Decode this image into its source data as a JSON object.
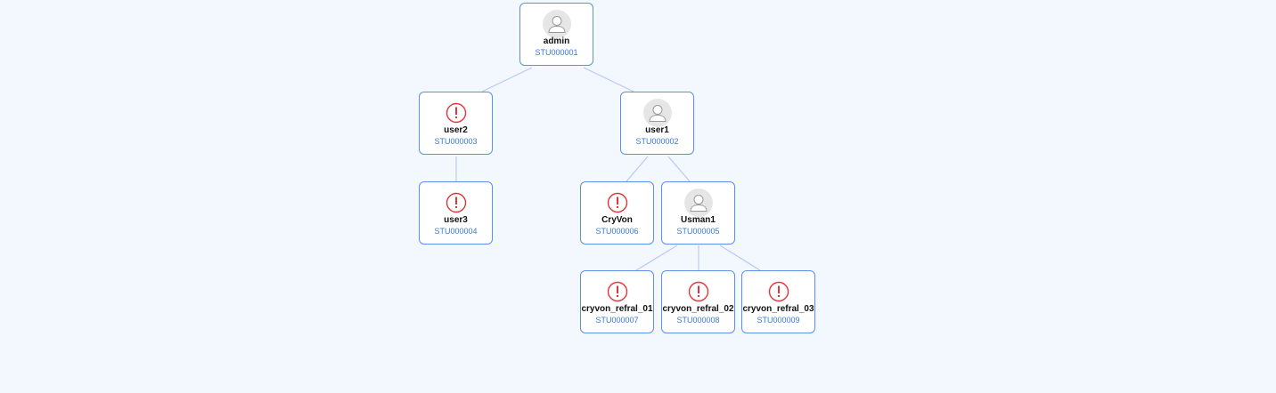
{
  "tree": {
    "nodes": [
      {
        "id": "admin",
        "name": "admin",
        "code": "STU000001",
        "status": "active",
        "icon": "user-avatar-icon"
      },
      {
        "id": "user2",
        "name": "user2",
        "code": "STU000003",
        "status": "inactive",
        "icon": "alert-icon"
      },
      {
        "id": "user1",
        "name": "user1",
        "code": "STU000002",
        "status": "active",
        "icon": "user-avatar-icon"
      },
      {
        "id": "user3",
        "name": "user3",
        "code": "STU000004",
        "status": "inactive",
        "icon": "alert-icon"
      },
      {
        "id": "cryvon",
        "name": "CryVon",
        "code": "STU000006",
        "status": "inactive",
        "icon": "alert-icon"
      },
      {
        "id": "usman1",
        "name": "Usman1",
        "code": "STU000005",
        "status": "active",
        "icon": "user-avatar-icon"
      },
      {
        "id": "refral01",
        "name": "cryvon_refral_01",
        "code": "STU000007",
        "status": "inactive",
        "icon": "alert-icon"
      },
      {
        "id": "refral02",
        "name": "cryvon_refral_02",
        "code": "STU000008",
        "status": "inactive",
        "icon": "alert-icon"
      },
      {
        "id": "refral03",
        "name": "cryvon_refral_03",
        "code": "STU000009",
        "status": "inactive",
        "icon": "alert-icon"
      }
    ],
    "edges": [
      {
        "from": "admin",
        "to": "user2"
      },
      {
        "from": "admin",
        "to": "user1"
      },
      {
        "from": "user2",
        "to": "user3"
      },
      {
        "from": "user1",
        "to": "cryvon"
      },
      {
        "from": "user1",
        "to": "usman1"
      },
      {
        "from": "usman1",
        "to": "refral01"
      },
      {
        "from": "usman1",
        "to": "refral02"
      },
      {
        "from": "usman1",
        "to": "refral03"
      }
    ]
  },
  "colors": {
    "background": "#f3f7fe",
    "node_border": "#5d8ee8",
    "connector": "#b8c9f3",
    "code_text": "#3a78d8",
    "alert": "#e0353a",
    "avatar_bg": "#e6e6e6"
  }
}
